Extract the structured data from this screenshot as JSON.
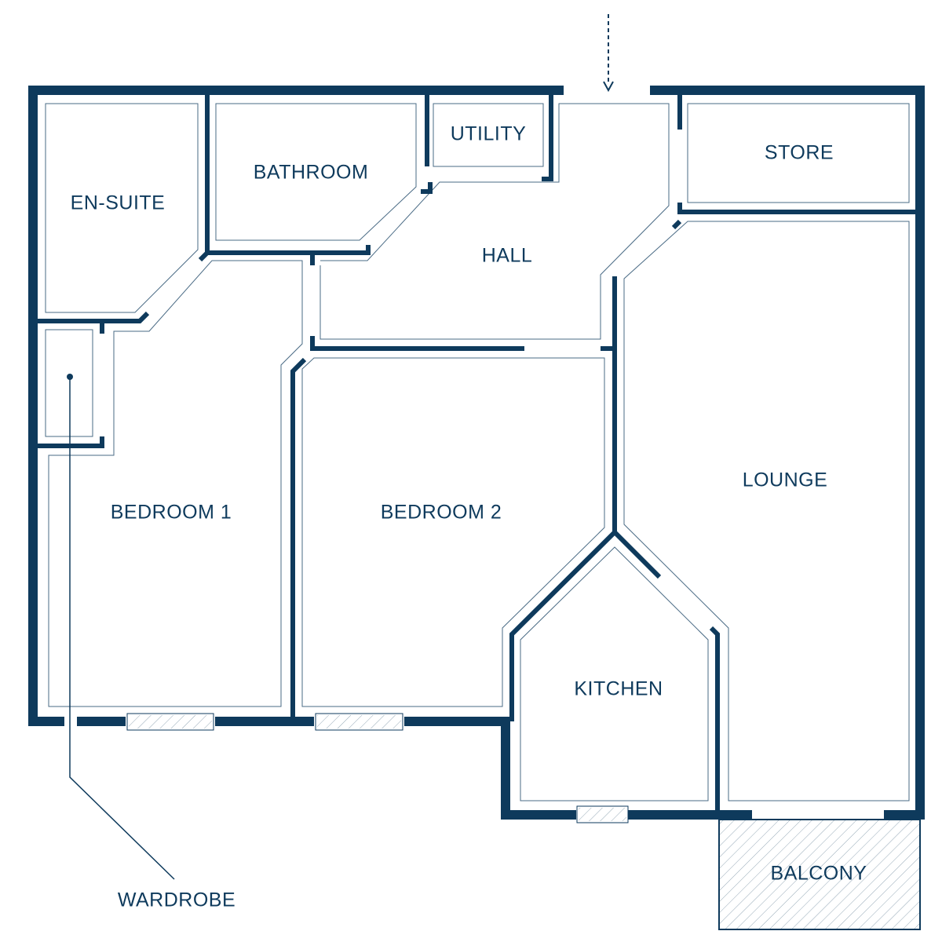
{
  "plan": {
    "colors": {
      "wall": "#0e3a5c",
      "background": "#ffffff",
      "hatch": "#0e3a5c"
    },
    "rooms": {
      "en_suite": "EN-SUITE",
      "bathroom": "BATHROOM",
      "utility": "UTILITY",
      "hall": "HALL",
      "store": "STORE",
      "bedroom_1": "BEDROOM 1",
      "bedroom_2": "BEDROOM 2",
      "lounge": "LOUNGE",
      "kitchen": "KITCHEN",
      "balcony": "BALCONY"
    },
    "callouts": {
      "wardrobe": "WARDROBE"
    },
    "icons": {
      "entrance": "entrance-arrow-icon",
      "window": "window-icon",
      "hatch": "balcony-hatch"
    }
  }
}
